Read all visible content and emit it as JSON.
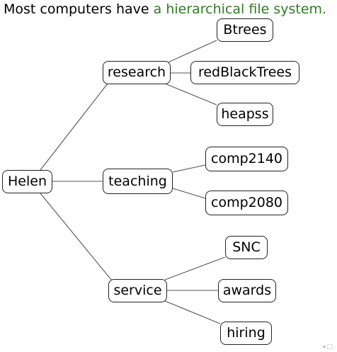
{
  "heading": {
    "prefix": "Most computers have ",
    "highlight": "a hierarchical file system."
  },
  "colors": {
    "highlight": "#2e7d1f",
    "edge": "#555555",
    "node_border": "#222222"
  },
  "tree": {
    "root": "Helen",
    "branches": [
      {
        "label": "research",
        "children": [
          "Btrees",
          "redBlackTrees",
          "heapss"
        ]
      },
      {
        "label": "teaching",
        "children": [
          "comp2140",
          "comp2080"
        ]
      },
      {
        "label": "service",
        "children": [
          "SNC",
          "awards",
          "hiring"
        ]
      }
    ]
  },
  "nav_icons": [
    "triangle-left-icon",
    "square-icon"
  ]
}
